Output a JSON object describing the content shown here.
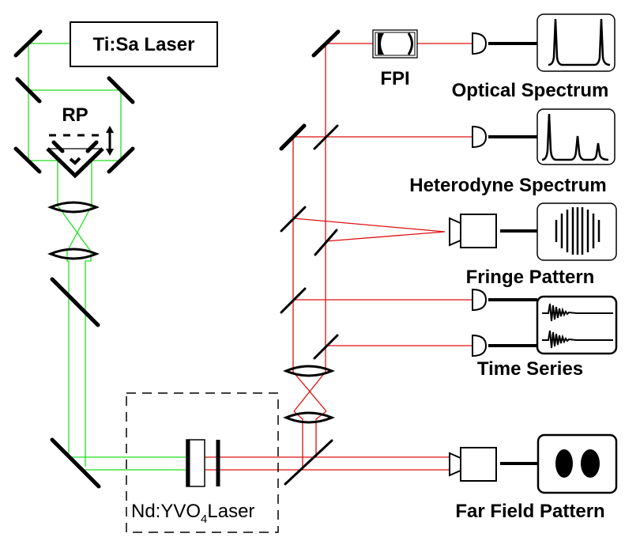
{
  "diagram": {
    "components": {
      "pump_laser": "Ti:Sa Laser",
      "retro_prism": "RP",
      "fpi": "FPI",
      "slave_laser": "Nd:YVO",
      "slave_laser_sub": "4",
      "slave_laser_suffix": "Laser"
    },
    "outputs": [
      {
        "label": "Optical Spectrum",
        "detector": "photodiode",
        "display": "two-peak-spectrum"
      },
      {
        "label": "Heterodyne Spectrum",
        "detector": "photodiode",
        "display": "decaying-peaks-spectrum"
      },
      {
        "label": "Fringe Pattern",
        "detector": "camera",
        "display": "vertical-fringes"
      },
      {
        "label": "Time Series",
        "detector": "two-photodiodes",
        "display": "damped-oscillations"
      },
      {
        "label": "Far Field Pattern",
        "detector": "camera",
        "display": "two-lobes"
      }
    ],
    "colors": {
      "pump_beam": "#22dd22",
      "laser_beam": "#dd1111",
      "optics": "#000000"
    }
  }
}
